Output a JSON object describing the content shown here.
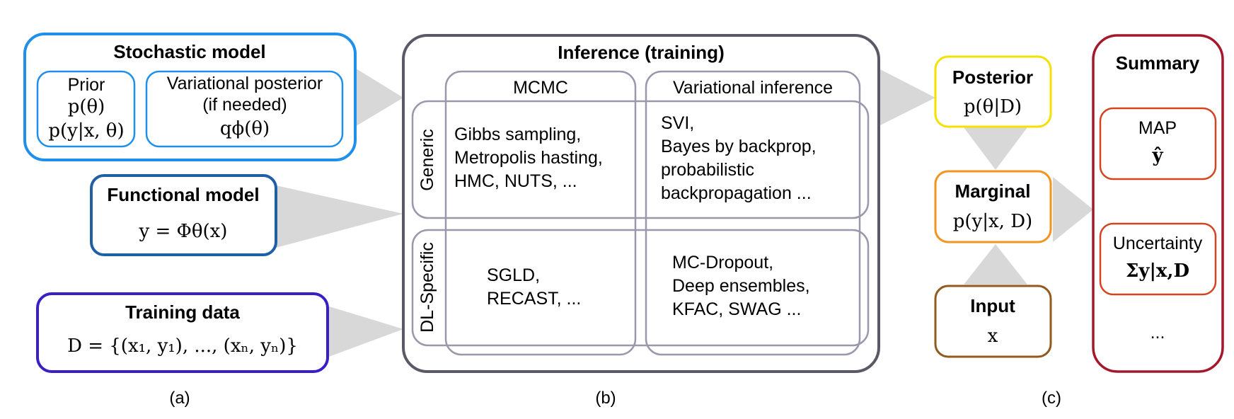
{
  "panel_a": {
    "stochastic_model": {
      "title": "Stochastic model",
      "prior": {
        "label": "Prior",
        "eq1": "p(θ)",
        "eq2": "p(y|x, θ)"
      },
      "variational_posterior": {
        "line1": "Variational posterior",
        "line2": "(if needed)",
        "eq": "qϕ(θ)"
      }
    },
    "functional_model": {
      "title": "Functional model",
      "eq": "y = Φθ(x)"
    },
    "training_data": {
      "title": "Training data",
      "eq": "D  =  {(x₁, y₁), ..., (xₙ, yₙ)}"
    },
    "caption": "(a)"
  },
  "panel_b": {
    "title": "Inference (training)",
    "col_mcmc": "MCMC",
    "col_vi": "Variational inference",
    "row_generic": "Generic",
    "row_dl": "DL-Specific",
    "generic_mcmc": [
      "Gibbs sampling,",
      "Metropolis hasting,",
      "HMC, NUTS, ..."
    ],
    "generic_vi": [
      "SVI,",
      "Bayes by backprop,",
      "probabilistic",
      "backpropagation ..."
    ],
    "dl_mcmc": [
      "SGLD,",
      "RECAST, ..."
    ],
    "dl_vi": [
      "MC-Dropout,",
      "Deep ensembles,",
      "KFAC, SWAG ..."
    ],
    "caption": "(b)"
  },
  "panel_c": {
    "posterior": {
      "title": "Posterior",
      "eq": "p(θ|D)"
    },
    "marginal": {
      "title": "Marginal",
      "eq": "p(y|x, D)"
    },
    "input": {
      "title": "Input",
      "eq": "x"
    },
    "caption": "(c)"
  },
  "summary": {
    "title": "Summary",
    "map": {
      "label": "MAP",
      "eq": "ŷ"
    },
    "uncertainty": {
      "label": "Uncertainty",
      "eq": "Σy|x,D"
    },
    "more": "..."
  },
  "colors": {
    "stochastic": "#1e90ec",
    "functional": "#1f5fa3",
    "training": "#3a1fc7",
    "inference": "#5a5a66",
    "inner": "#9a98ab",
    "posterior": "#f5e000",
    "marginal": "#f39320",
    "input": "#915a1e",
    "summary": "#a3182a",
    "summary_inner": "#d34420",
    "arrow": "#d8d8d8"
  }
}
